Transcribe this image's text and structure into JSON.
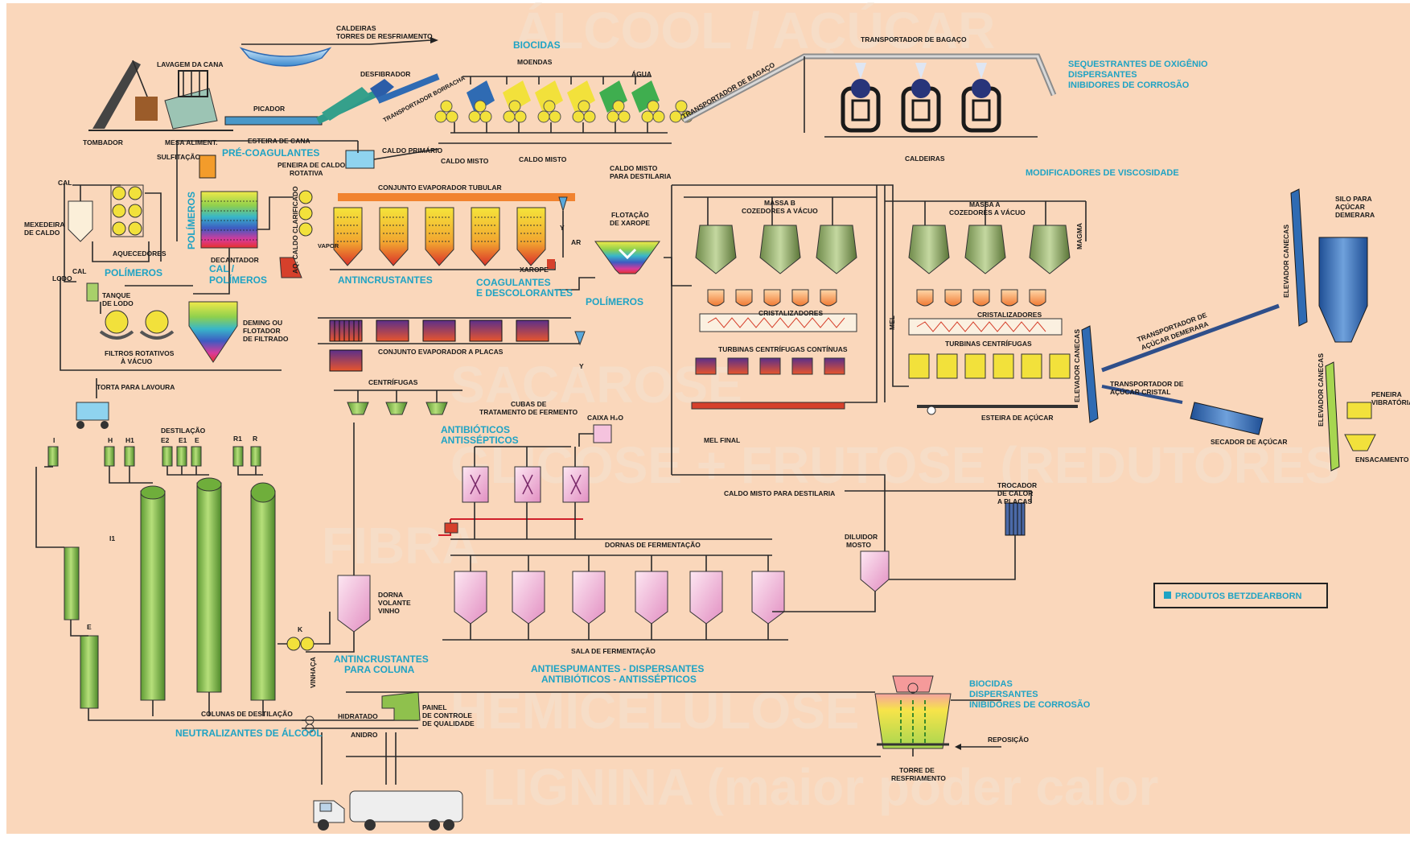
{
  "colors": {
    "background": "#fad7bb",
    "product_text": "#1fa3c4",
    "green_equipment": "#8fc14d",
    "blue_equipment": "#2f6bb3",
    "yellow_equipment": "#f2e13b",
    "pink_tank": "#f1c6de",
    "pipe": "#2a2a2a"
  },
  "watermark": {
    "line1": "ÁLCOOL / AÇÚCAR",
    "line2": "SACAROSE",
    "line3": "GLICOSE + FRUTOSE (REDUTORES",
    "line4": "FIBRA",
    "line5": "HEMICELULOSE",
    "line6": "LIGNINA (maior poder calor"
  },
  "products": {
    "biocidas_top": "BIOCIDAS",
    "boiler_line1": "SEQUESTRANTES DE OXIGÊNIO",
    "boiler_line2": "DISPERSANTES",
    "boiler_line3": "INIBIDORES DE CORROSÃO",
    "pre_coagulantes": "PRÉ-COAGULANTES",
    "polimeros_vertical": "POLÍMEROS",
    "polimeros_left": "POLÍMEROS",
    "cal_polimeros_1": "CAL /",
    "cal_polimeros_2": "POLÍMEROS",
    "antincrustantes": "ANTINCRUSTANTES",
    "coagulantes_1": "COAGULANTES",
    "coagulantes_2": "E DESCOLORANTES",
    "polimeros_flot": "POLÍMEROS",
    "modificadores": "MODIFICADORES DE VISCOSIDADE",
    "antibioticos_1": "ANTIBIÓTICOS",
    "antibioticos_2": "ANTISSÉPTICOS",
    "antincrustantes_coluna_1": "ANTINCRUSTANTES",
    "antincrustantes_coluna_2": "PARA COLUNA",
    "neutralizantes": "NEUTRALIZANTES DE ÁLCOOL",
    "antiespumantes_1": "ANTIESPUMANTES - DISPERSANTES",
    "antiespumantes_2": "ANTIBIÓTICOS - ANTISSÉPTICOS",
    "cooling_1": "BIOCIDAS",
    "cooling_2": "DISPERSANTES",
    "cooling_3": "INIBIDORES DE CORROSÃO"
  },
  "legend": {
    "label": "PRODUTOS BETZDEARBORN"
  },
  "labels": {
    "caldeiras_torres_1": "CALDEIRAS",
    "caldeiras_torres_2": "TORRES DE RESFRIAMENTO",
    "lavagem": "LAVAGEM DA CANA",
    "desfibrador": "DESFIBRADOR",
    "moendas": "MOENDAS",
    "agua": "ÁGUA",
    "picador": "PICADOR",
    "tombador": "TOMBADOR",
    "mesa": "MESA ALIMENT.",
    "esteira_cana": "ESTEIRA DE CANA",
    "transportador_borracha": "TRANSPORTADOR BORRACHA",
    "transportador_bagaco_diag": "TRANSPORTADOR DE BAGAÇO",
    "transportador_bagaco": "TRANSPORTADOR DE BAGAÇO",
    "caldeiras": "CALDEIRAS",
    "caldo_primario": "CALDO PRIMÁRIO",
    "caldo_misto_1": "CALDO MISTO",
    "caldo_misto_2": "CALDO MISTO",
    "sulfitacao": "SULFITAÇÃO",
    "peneira_caldo_1": "PENEIRA DE CALDO",
    "peneira_caldo_2": "ROTATIVA",
    "caldo_destilaria_1": "CALDO MISTO",
    "caldo_destilaria_2": "PARA DESTILARIA",
    "cal": "CAL",
    "mexedeira_1": "MEXEDEIRA",
    "mexedeira_2": "DE CALDO",
    "aquecedores": "AQUECEDORES",
    "decantador": "DECANTADOR",
    "caldo_clarificado": "AQ. CALDO CLARIFICADO",
    "conjunto_tubular": "CONJUNTO EVAPORADOR TUBULAR",
    "flotacao_1": "FLOTAÇÃO",
    "flotacao_2": "DE XAROPE",
    "xarope": "XAROPE",
    "ar": "AR",
    "vapor": "VAPOR",
    "y1": "Y",
    "y2": "Y",
    "cal2": "CAL",
    "lodo": "LODO",
    "tanque_1": "TANQUE",
    "tanque_2": "DE LODO",
    "filtros_1": "FILTROS ROTATIVOS",
    "filtros_2": "À VÁCUO",
    "deming_1": "DEMING OU",
    "deming_2": "FLOTADOR",
    "deming_3": "DE FILTRADO",
    "conjunto_placas": "CONJUNTO EVAPORADOR A PLACAS",
    "torta": "TORTA PARA LAVOURA",
    "massa_b_1": "MASSA B",
    "massa_b_2": "COZEDORES A VÁCUO",
    "massa_a_1": "MASSA A",
    "massa_a_2": "COZEDORES A VÁCUO",
    "magma": "MAGMA",
    "cristalizadores_1": "CRISTALIZADORES",
    "cristalizadores_2": "CRISTALIZADORES",
    "turbinas_continuas": "TURBINAS CENTRÍFUGAS CONTÍNUAS",
    "turbinas": "TURBINAS CENTRÍFUGAS",
    "mel": "MEL",
    "mel_final": "MEL FINAL",
    "esteira_acucar": "ESTEIRA DE AÇÚCAR",
    "elevador_1": "ELEVADOR CANECAS",
    "elevador_2": "ELEVADOR CANECAS",
    "elevador_3": "ELEVADOR CANECAS",
    "silo_1": "SILO PARA",
    "silo_2": "AÇÚCAR",
    "silo_3": "DEMERARA",
    "transp_demerara_1": "TRANSPORTADOR DE",
    "transp_demerara_2": "AÇÚCAR DEMERARA",
    "transp_cristal_1": "TRANSPORTADOR DE",
    "transp_cristal_2": "AÇÚCAR CRISTAL",
    "secador": "SECADOR DE AÇÚCAR",
    "peneira_vib_1": "PENEIRA",
    "peneira_vib_2": "VIBRATÓRIA",
    "ensacamento": "ENSACAMENTO",
    "centrifugas": "CENTRÍFUGAS",
    "cubas_1": "CUBAS DE",
    "cubas_2": "TRATAMENTO DE FERMENTO",
    "caixa_h2o": "CAIXA H₂O",
    "caldo_misto_destilaria": "CALDO MISTO PARA DESTILARIA",
    "trocador_1": "TROCADOR",
    "trocador_2": "DE CALOR",
    "trocador_3": "A PLACAS",
    "diluidor_1": "DILUIDOR",
    "diluidor_2": "MOSTO",
    "dornas": "DORNAS DE FERMENTAÇÃO",
    "dorna_volante_1": "DORNA",
    "dorna_volante_2": "VOLANTE",
    "dorna_volante_3": "VINHO",
    "sala": "SALA DE FERMENTAÇÃO",
    "destilacao": "DESTILAÇÃO",
    "col_e2": "E2",
    "col_e1": "E1",
    "col_e": "E",
    "col_r1": "R1",
    "col_r": "R",
    "col_i": "I",
    "col_h": "H",
    "col_h1": "H1",
    "col_i1": "I1",
    "col_e_low": "E",
    "col_k": "K",
    "colunas": "COLUNAS DE DESTILAÇÃO",
    "vinhaca": "VINHAÇA",
    "hidratado": "HIDRATADO",
    "anidro": "ANIDRO",
    "painel_1": "PAINEL",
    "painel_2": "DE CONTROLE",
    "painel_3": "DE QUALIDADE",
    "torre_1": "TORRE DE",
    "torre_2": "RESFRIAMENTO",
    "reposicao": "REPOSIÇÃO"
  }
}
